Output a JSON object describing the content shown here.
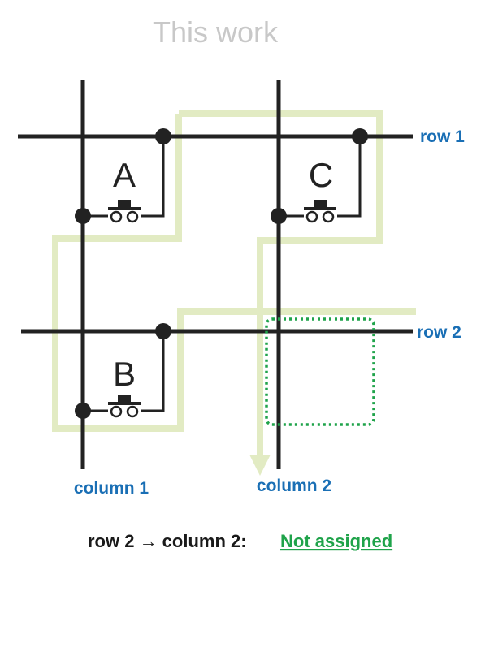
{
  "title": "This work",
  "rows": [
    {
      "label": "row 1"
    },
    {
      "label": "row 2"
    }
  ],
  "columns": [
    {
      "label": "column 1"
    },
    {
      "label": "column 2"
    }
  ],
  "keys": [
    {
      "label": "A",
      "row": "row 1",
      "column": "column 1"
    },
    {
      "label": "B",
      "row": "row 2",
      "column": "column 1"
    },
    {
      "label": "C",
      "row": "row 1",
      "column": "column 2"
    }
  ],
  "caption": {
    "prefix": "row 2 → column 2:",
    "status": "Not assigned"
  },
  "colors": {
    "wire": "#222222",
    "label_blue": "#1a6fb5",
    "path_highlight": "#e2ebc3",
    "unassigned_green": "#1fa34a",
    "title_gray": "#c8c8c8"
  }
}
